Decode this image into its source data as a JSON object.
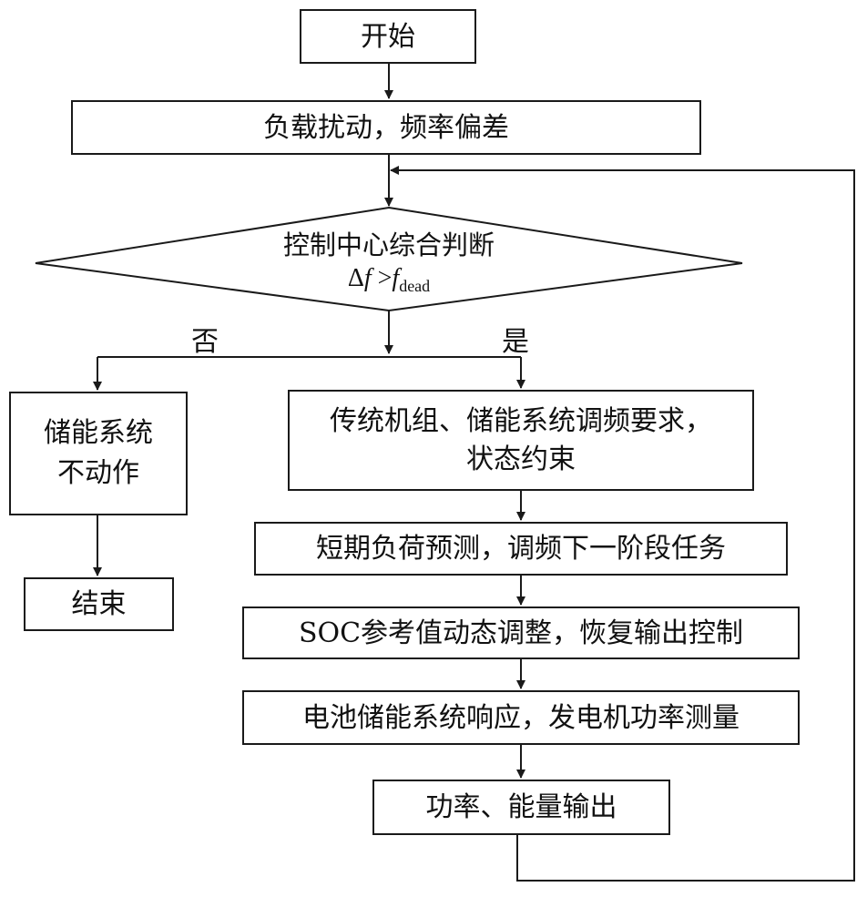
{
  "nodes": {
    "start": "开始",
    "disturbance": "负载扰动，频率偏差",
    "decision": {
      "line1": "控制中心综合判断",
      "delta": "Δ",
      "f1": "f",
      "gt": " >",
      "f2": "f",
      "sub": "dead"
    },
    "no_action": {
      "line1": "储能系统",
      "line2": "不动作"
    },
    "end": "结束",
    "requirements": {
      "line1": "传统机组、储能系统调频要求，",
      "line2": "状态约束"
    },
    "forecast": "短期负荷预测，调频下一阶段任务",
    "soc": "SOC参考值动态调整，恢复输出控制",
    "response": "电池储能系统响应，发电机功率测量",
    "output": "功率、能量输出"
  },
  "edges": {
    "no_label": "否",
    "yes_label": "是"
  }
}
